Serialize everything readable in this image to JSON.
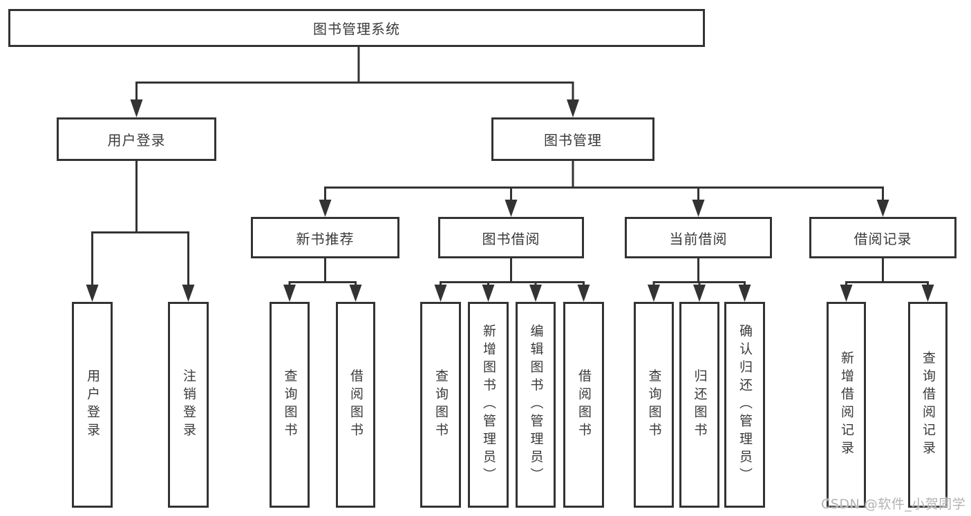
{
  "tree": {
    "root": "图书管理系统",
    "children": [
      {
        "label": "用户登录",
        "children": [
          "用户登录",
          "注销登录"
        ]
      },
      {
        "label": "图书管理",
        "children": [
          {
            "label": "新书推荐",
            "children": [
              "查询图书",
              "借阅图书"
            ]
          },
          {
            "label": "图书借阅",
            "children": [
              "查询图书",
              "新增图书（管理员）",
              "编辑图书（管理员）",
              "借阅图书"
            ]
          },
          {
            "label": "当前借阅",
            "children": [
              "查询图书",
              "归还图书",
              "确认归还（管理员）"
            ]
          },
          {
            "label": "借阅记录",
            "children": [
              "新增借阅记录",
              "查询借阅记录"
            ]
          }
        ]
      }
    ]
  },
  "watermark": {
    "text": "CSDN @软件_小贺同学"
  },
  "colors": {
    "line": "#333333",
    "text": "#3a3a3a",
    "background": "#ffffff",
    "watermark": "#b3b3b3"
  }
}
